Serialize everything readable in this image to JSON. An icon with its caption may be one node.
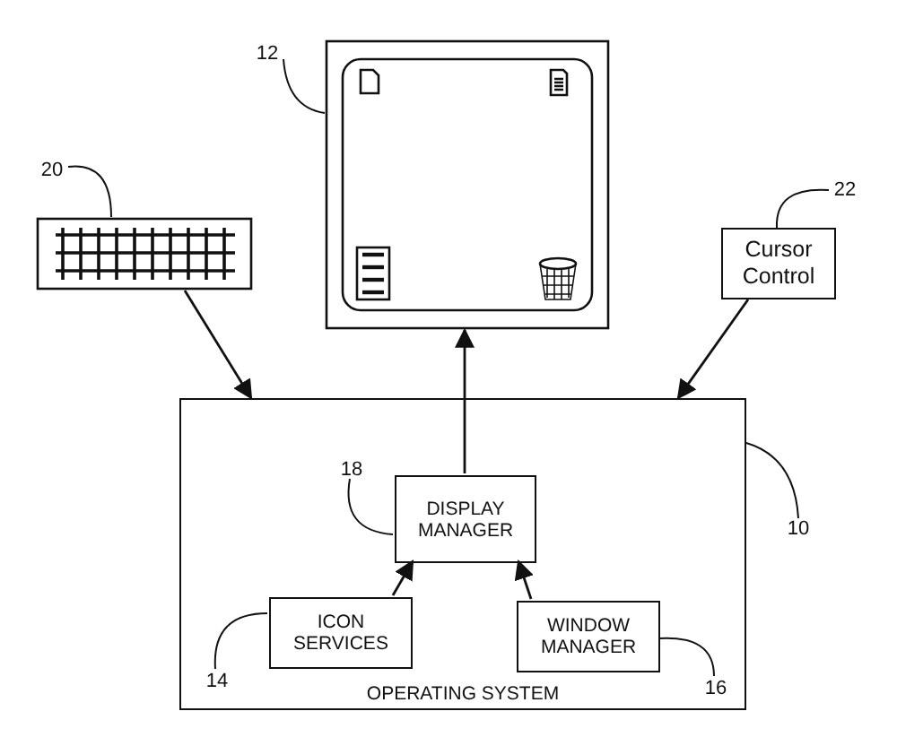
{
  "diagram": {
    "nodes": [
      {
        "text": [
          "12"
        ]
      },
      {
        "text": [],
        "shape": "picture"
      },
      {
        "text": [
          "20"
        ]
      },
      {
        "text": [],
        "shape": "picture"
      },
      {
        "text": [
          "22"
        ]
      },
      {
        "text": [
          "Cursor Control"
        ]
      },
      {
        "text": [
          "10"
        ]
      },
      {
        "text": [
          "OPERATING SYSTEM"
        ]
      },
      {
        "text": [
          "18"
        ],
        "in": 7
      },
      {
        "text": [
          "DISPLAY MANAGER"
        ],
        "in": 7
      },
      {
        "text": [
          "14"
        ],
        "in": 7
      },
      {
        "text": [
          "ICON SERVICES"
        ],
        "in": 7
      },
      {
        "text": [
          "WINDOW MANAGER"
        ],
        "in": 7
      },
      {
        "text": [
          "16"
        ],
        "in": 7
      }
    ],
    "edges": [
      {
        "from": 0,
        "to": 1,
        "arrow": "none"
      },
      {
        "from": 2,
        "to": 3,
        "arrow": "none"
      },
      {
        "from": 4,
        "to": 5,
        "arrow": "none"
      },
      {
        "from": 6,
        "to": 7,
        "arrow": "none"
      },
      {
        "from": 8,
        "to": 9,
        "arrow": "none"
      },
      {
        "from": 10,
        "to": 11,
        "arrow": "none"
      },
      {
        "from": 13,
        "to": 12,
        "arrow": "none"
      },
      {
        "from": 3,
        "to": 7,
        "arrow": "to"
      },
      {
        "from": 5,
        "to": 7,
        "arrow": "to"
      },
      {
        "from": 9,
        "to": 1,
        "arrow": "to"
      },
      {
        "from": 11,
        "to": 9,
        "arrow": "to"
      },
      {
        "from": 12,
        "to": 9,
        "arrow": "to"
      }
    ]
  }
}
